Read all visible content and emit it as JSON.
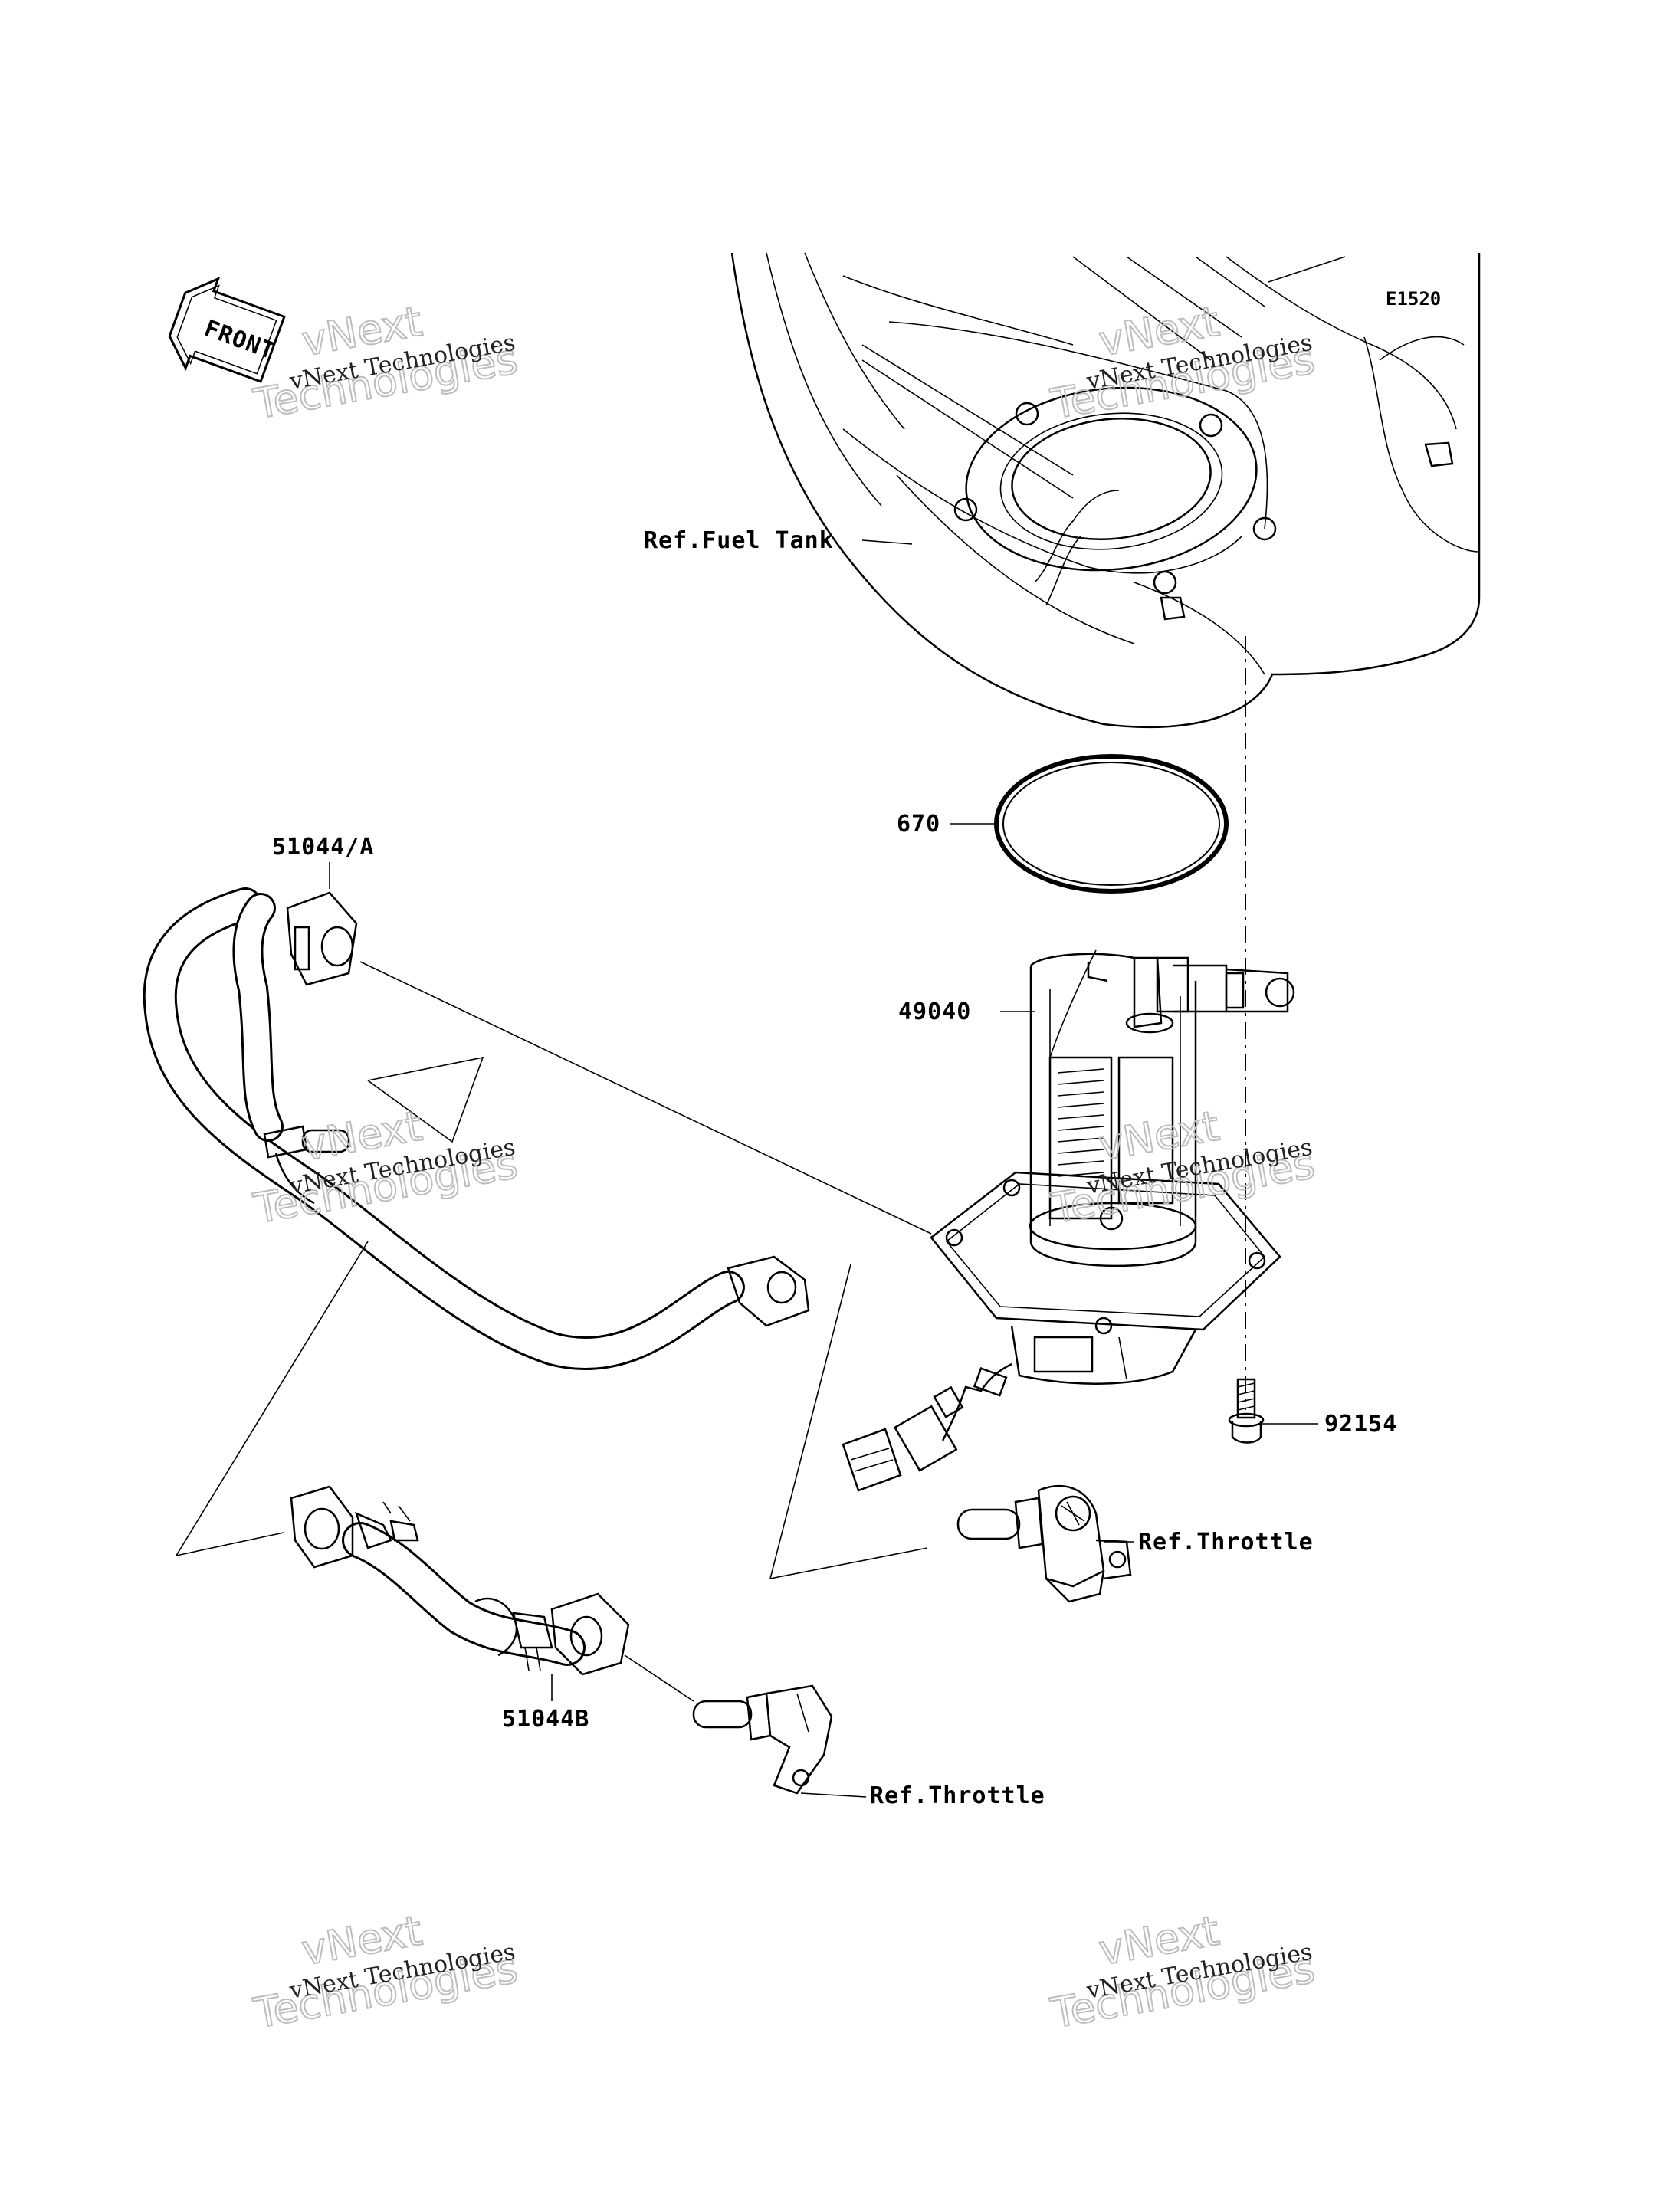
{
  "diagram_code": "E1520",
  "front_arrow": "FRONT",
  "labels": {
    "fuel_tank": "Ref.Fuel Tank",
    "o_ring": "670",
    "hose_a": "51044/A",
    "fuel_pump": "49040",
    "bolt": "92154",
    "throttle_1": "Ref.Throttle",
    "hose_b": "51044B",
    "throttle_2": "Ref.Throttle"
  },
  "watermark": {
    "line1": "vNext Technologies",
    "line2": "vNext",
    "line3": "Technologies"
  }
}
